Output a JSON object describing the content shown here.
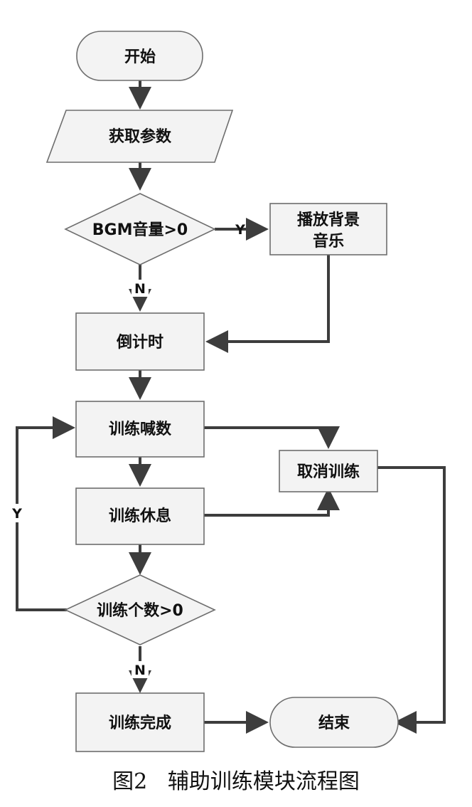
{
  "nodes": {
    "start": "开始",
    "get_params": "获取参数",
    "bgm_check": "BGM音量>0",
    "play_bgm_line1": "播放背景",
    "play_bgm_line2": "音乐",
    "countdown": "倒计时",
    "train_count": "训练喊数",
    "cancel": "取消训练",
    "train_rest": "训练休息",
    "count_check": "训练个数>0",
    "train_done": "训练完成",
    "end": "结束"
  },
  "edge_labels": {
    "bgm_yes": "Y",
    "bgm_no": "N",
    "loop_yes": "Y",
    "count_no": "N"
  },
  "caption": "图2   辅助训练模块流程图",
  "colors": {
    "node_fill": "#f3f3f3",
    "node_border": "#6e6e6e",
    "edge": "#3d3d3d"
  }
}
